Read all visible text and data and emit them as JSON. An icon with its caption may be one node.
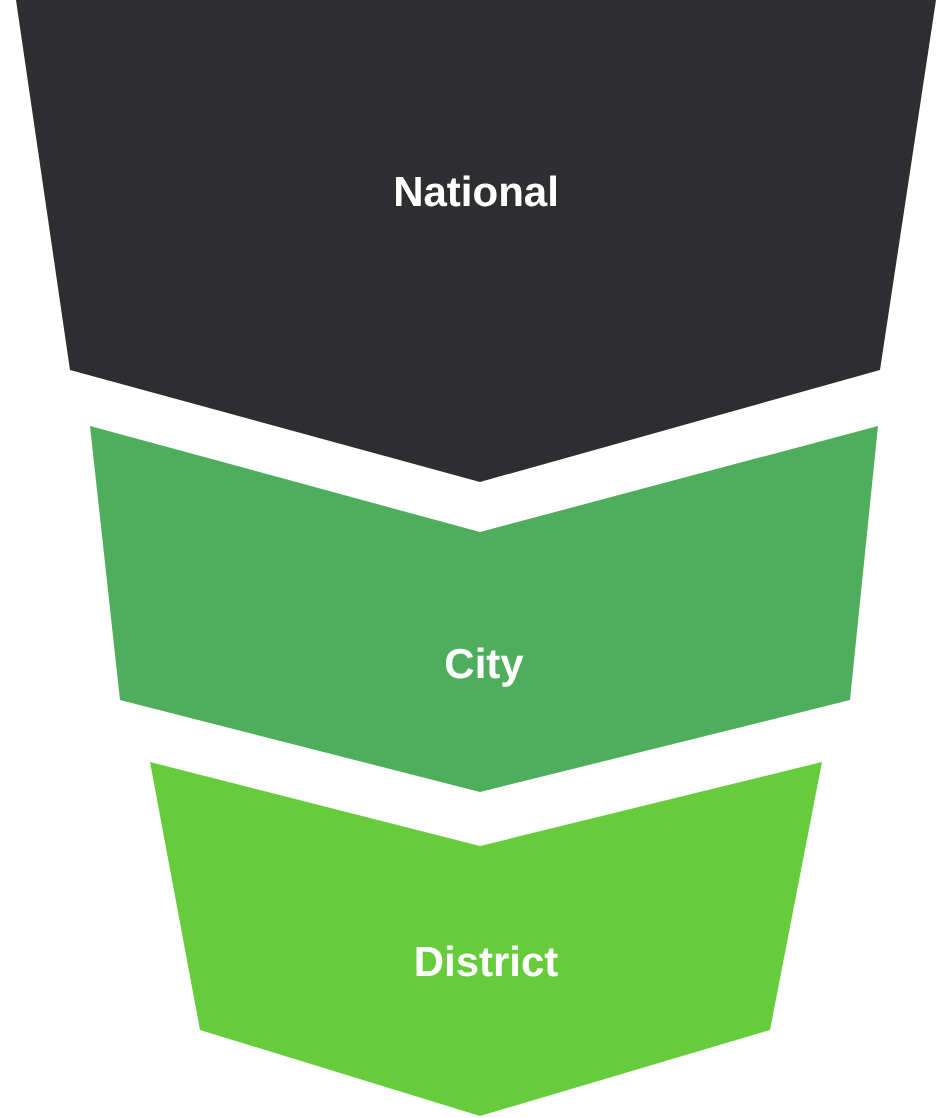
{
  "diagram": {
    "nodes": [
      {
        "text": [
          "National"
        ]
      },
      {
        "text": [
          "City"
        ]
      },
      {
        "text": [
          "District"
        ]
      }
    ]
  }
}
